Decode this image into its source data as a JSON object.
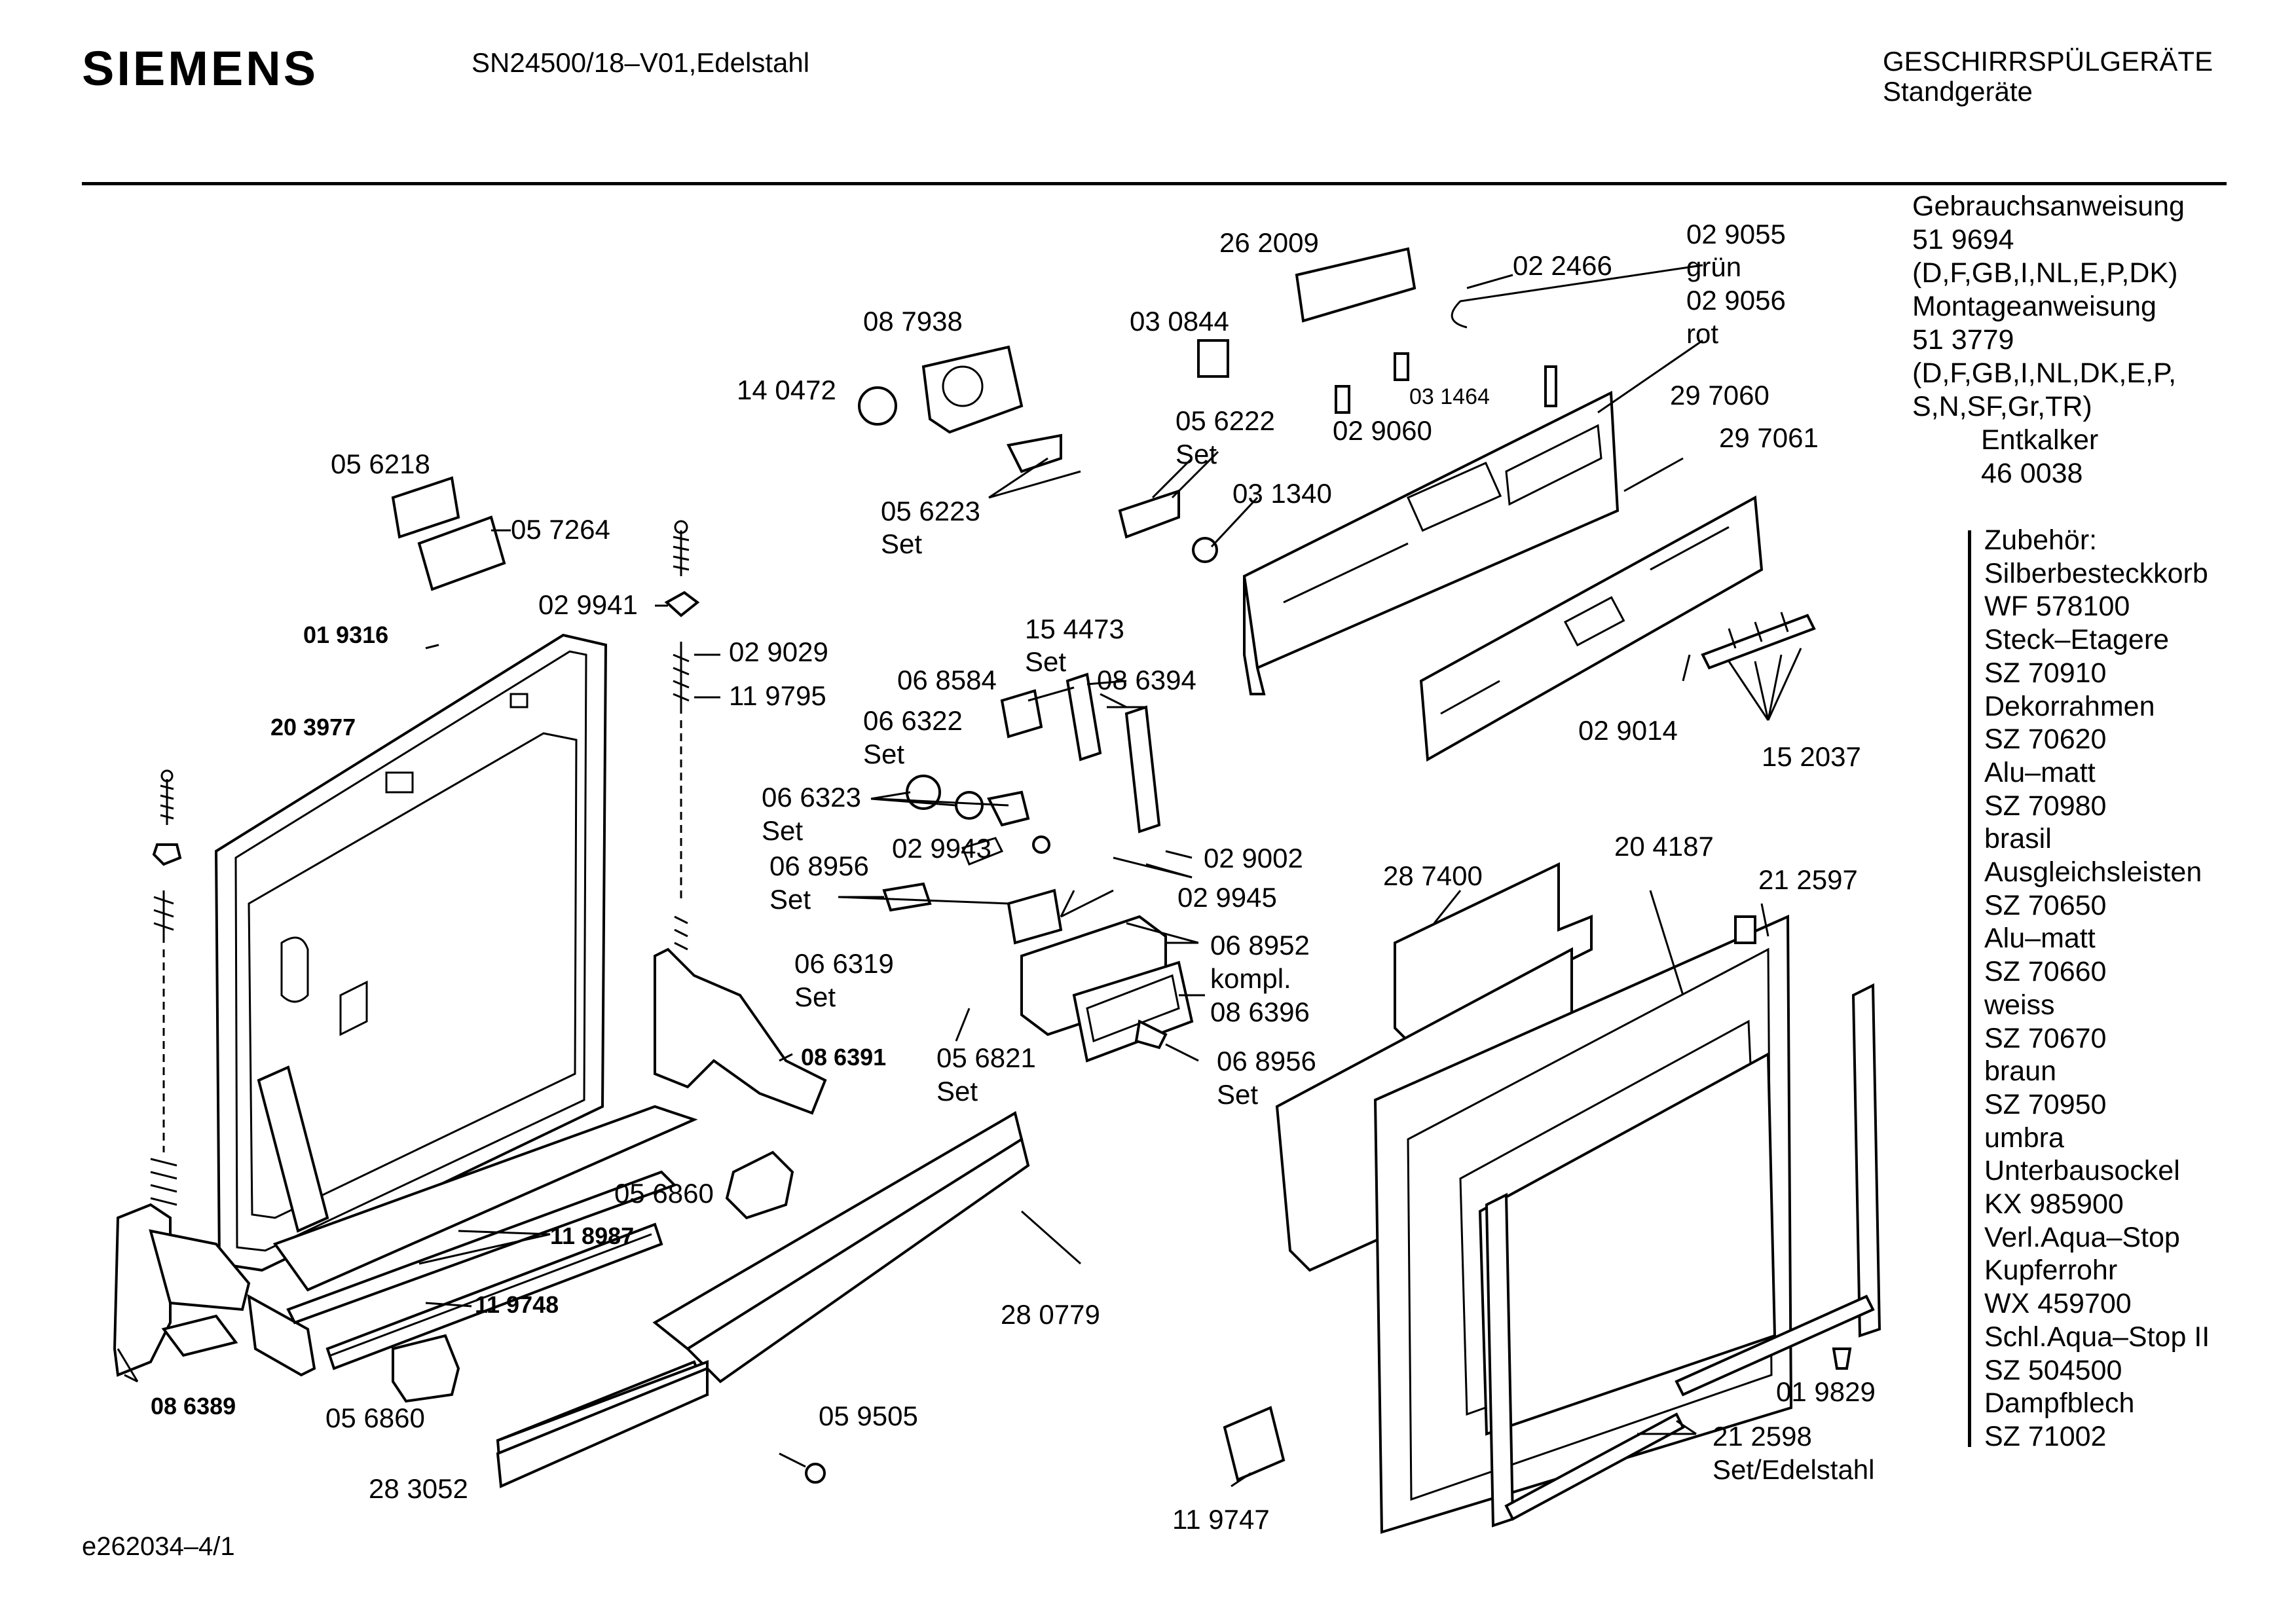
{
  "header": {
    "brand": "SIEMENS",
    "model": "SN24500/18–V01,Edelstahl",
    "category": "GESCHIRRSPÜLGERÄTE",
    "subcategory": "Standgeräte"
  },
  "documents": [
    {
      "text": "Gebrauchsanweisung",
      "indent": false
    },
    {
      "text": "51 9694",
      "indent": false
    },
    {
      "text": "(D,F,GB,I,NL,E,P,DK)",
      "indent": false
    },
    {
      "text": "Montageanweisung",
      "indent": false
    },
    {
      "text": "51 3779",
      "indent": false
    },
    {
      "text": "(D,F,GB,I,NL,DK,E,P,",
      "indent": false
    },
    {
      "text": "S,N,SF,Gr,TR)",
      "indent": false
    },
    {
      "text": "Entkalker",
      "indent": true
    },
    {
      "text": "46 0038",
      "indent": true
    }
  ],
  "accessories": [
    "Zubehör:",
    "Silberbesteckkorb",
    "WF 578100",
    "Steck–Etagere",
    "SZ 70910",
    "Dekorrahmen",
    "SZ 70620",
    "Alu–matt",
    "SZ 70980",
    "brasil",
    "Ausgleichsleisten",
    "SZ 70650",
    "Alu–matt",
    "SZ 70660",
    "weiss",
    "SZ 70670",
    "braun",
    "SZ 70950",
    "umbra",
    "Unterbausockel",
    "KX 985900",
    "Verl.Aqua–Stop",
    "Kupferrohr",
    "WX 459700",
    "Schl.Aqua–Stop II",
    "SZ 504500",
    "Dampfblech",
    "SZ 71002"
  ],
  "parts": {
    "p262009": "26 2009",
    "p022466": "02 2466",
    "p029055": "02 9055",
    "gruen": "grün",
    "p029056": "02 9056",
    "rot": "rot",
    "p087938": "08 7938",
    "p030844": "03 0844",
    "p140472": "14 0472",
    "p031464": "03 1464",
    "p297060": "29 7060",
    "p056222": "05 6222",
    "set_056222": "Set",
    "p029060": "02 9060",
    "p297061": "29 7061",
    "p056218": "05 6218",
    "p057264": "05 7264",
    "p056223": "05 6223",
    "set_056223": "Set",
    "p031340": "03 1340",
    "p029941": "02 9941",
    "p019316": "01 9316",
    "p029029": "02 9029",
    "p154473": "15 4473",
    "set_154473": "Set",
    "p119795": "11 9795",
    "p068584": "06 8584",
    "p086394": "08 6394",
    "p203977": "20 3977",
    "p066322": "06 6322",
    "set_066322": "Set",
    "p029014": "02 9014",
    "p152037": "15 2037",
    "p066323": "06 6323",
    "set_066323": "Set",
    "p029002": "02 9002",
    "p204187": "20 4187",
    "p068956a": "06 8956",
    "set_068956a": "Set",
    "p029943": "02 9943",
    "p287400": "28 7400",
    "p212597": "21 2597",
    "p029945": "02 9945",
    "p068952": "06 8952",
    "kompl": "kompl.",
    "p066319": "06 6319",
    "set_066319": "Set",
    "p086396": "08 6396",
    "p056821": "05 6821",
    "set_056821": "Set",
    "p068956b": "06 8956",
    "set_068956b": "Set",
    "p086391": "08 6391",
    "p056860a": "05 6860",
    "p118987": "11 8987",
    "p119748": "11 9748",
    "p280779": "28 0779",
    "p086389": "08 6389",
    "p056860b": "05 6860",
    "p059505": "05 9505",
    "p019829": "01 9829",
    "p212598": "21 2598",
    "set_212598": "Set/Edelstahl",
    "p283052": "28 3052",
    "p119747": "11 9747"
  },
  "footer": {
    "drawing_id": "e262034–4/1"
  }
}
